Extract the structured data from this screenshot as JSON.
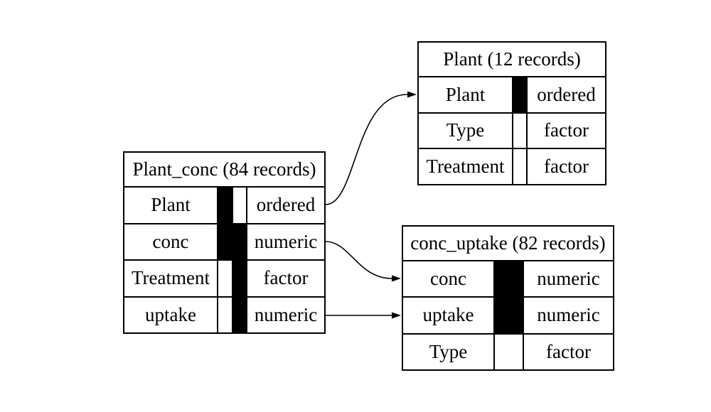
{
  "diagram": {
    "tables": [
      {
        "id": "Plant_conc",
        "title": "Plant_conc (84 records)",
        "rows": [
          {
            "name": "Plant",
            "type": "ordered",
            "bars": [
              "black",
              "white"
            ]
          },
          {
            "name": "conc",
            "type": "numeric",
            "bars": [
              "black",
              "black"
            ]
          },
          {
            "name": "Treatment",
            "type": "factor",
            "bars": [
              "white",
              "black"
            ]
          },
          {
            "name": "uptake",
            "type": "numeric",
            "bars": [
              "white",
              "black"
            ]
          }
        ]
      },
      {
        "id": "Plant",
        "title": "Plant (12 records)",
        "rows": [
          {
            "name": "Plant",
            "type": "ordered",
            "bars": [
              "black"
            ]
          },
          {
            "name": "Type",
            "type": "factor",
            "bars": [
              "white"
            ]
          },
          {
            "name": "Treatment",
            "type": "factor",
            "bars": [
              "white"
            ]
          }
        ]
      },
      {
        "id": "conc_uptake",
        "title": "conc_uptake (82 records)",
        "rows": [
          {
            "name": "conc",
            "type": "numeric",
            "bars": [
              "black"
            ]
          },
          {
            "name": "uptake",
            "type": "numeric",
            "bars": [
              "black"
            ]
          },
          {
            "name": "Type",
            "type": "factor",
            "bars": [
              "white"
            ]
          }
        ]
      }
    ],
    "edges": [
      {
        "from": "Plant_conc.Plant",
        "to": "Plant.Plant"
      },
      {
        "from": "Plant_conc.conc",
        "to": "conc_uptake.conc"
      },
      {
        "from": "Plant_conc.uptake",
        "to": "conc_uptake.uptake"
      }
    ],
    "colors": {
      "line": "#000000",
      "cell_fill": "#ffffff",
      "key_bar": "#000000",
      "background": "#ffffff"
    }
  }
}
